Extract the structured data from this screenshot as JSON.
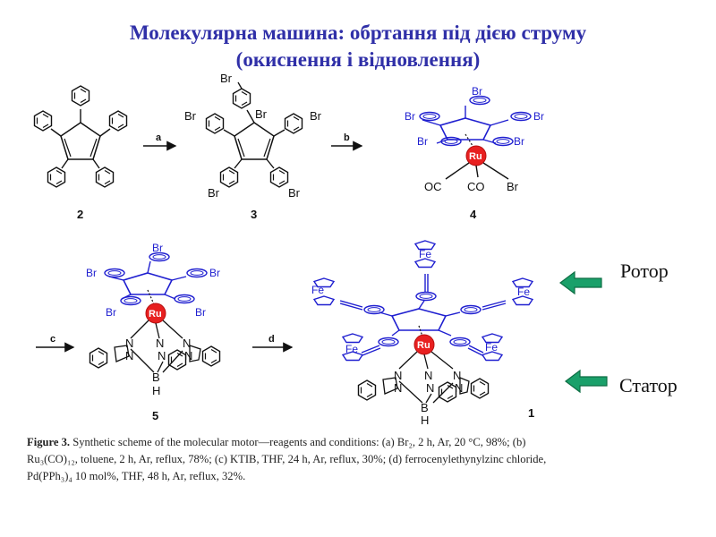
{
  "title": {
    "line1": "Молекулярна машина: обртання під дією струму",
    "line2": "(окиснення і відновлення)"
  },
  "compounds": [
    "2",
    "3",
    "4",
    "5",
    "1"
  ],
  "reaction_steps": [
    "a",
    "b",
    "c",
    "d"
  ],
  "atom_labels": {
    "br": "Br",
    "ru": "Ru",
    "co": "CO",
    "oc": "OC",
    "fe": "Fe",
    "n": "N",
    "b": "B",
    "h": "H"
  },
  "side_labels": {
    "rotor": "Ротор",
    "stator": "Статор"
  },
  "colors": {
    "title": "#3030a8",
    "molecule_blue": "#1f1fd0",
    "ruthenium": "#e82020",
    "arrow_fill": "#1aa06a",
    "arrow_stroke": "#0e6e44"
  },
  "caption": {
    "label": "Figure 3.",
    "text": "Synthetic scheme of the molecular motor—reagents and conditions: (a) Br₂, 2 h, Ar, 20 °C, 98%; (b) Ru₃(CO)₁₂, toluene, 2 h, Ar, reflux, 78%; (c) KTIB, THF, 24 h, Ar, reflux, 30%; (d) ferrocenylethynylzinc chloride, Pd(PPh₃)₄ 10 mol%, THF, 48 h, Ar, reflux, 32%."
  }
}
